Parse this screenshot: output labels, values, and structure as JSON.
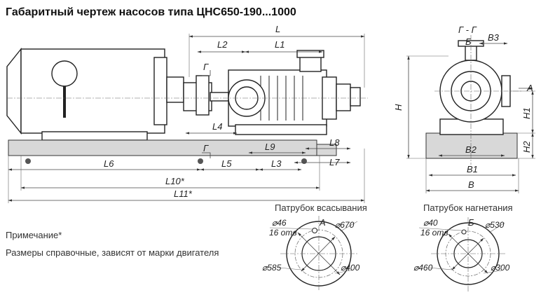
{
  "title": "Габаритный чертеж насосов типа ЦНС650-190...1000",
  "note": {
    "heading": "Примечание*",
    "text": "Размеры справочные, зависят от марки двигателя"
  },
  "side_view_labels": {
    "L": "L",
    "L1": "L1",
    "L2": "L2",
    "L3": "L3",
    "L4": "L4",
    "L5": "L5",
    "L6": "L6",
    "L7": "L7",
    "L8": "L8",
    "L9": "L9",
    "L10": "L10*",
    "L11": "L11*",
    "section_top": "Г",
    "section_bottom": "Г"
  },
  "end_view_labels": {
    "section": "Г - Г",
    "B": "B",
    "B1": "B1",
    "B2": "B2",
    "B3": "B3",
    "H": "H",
    "H1": "H1",
    "H2": "H2",
    "A": "A",
    "Bmark": "Б"
  },
  "suction": {
    "caption": "Патрубок всасывания",
    "hole": "⌀46",
    "holes_count": "16 отв",
    "mark": "A",
    "outer": "⌀670",
    "bolt_circle": "⌀585",
    "inner": "⌀400"
  },
  "discharge": {
    "caption": "Патрубок нагнетания",
    "hole": "⌀40",
    "holes_count": "16 отв",
    "mark": "Б",
    "outer": "⌀530",
    "bolt_circle": "⌀460",
    "inner": "⌀300"
  }
}
